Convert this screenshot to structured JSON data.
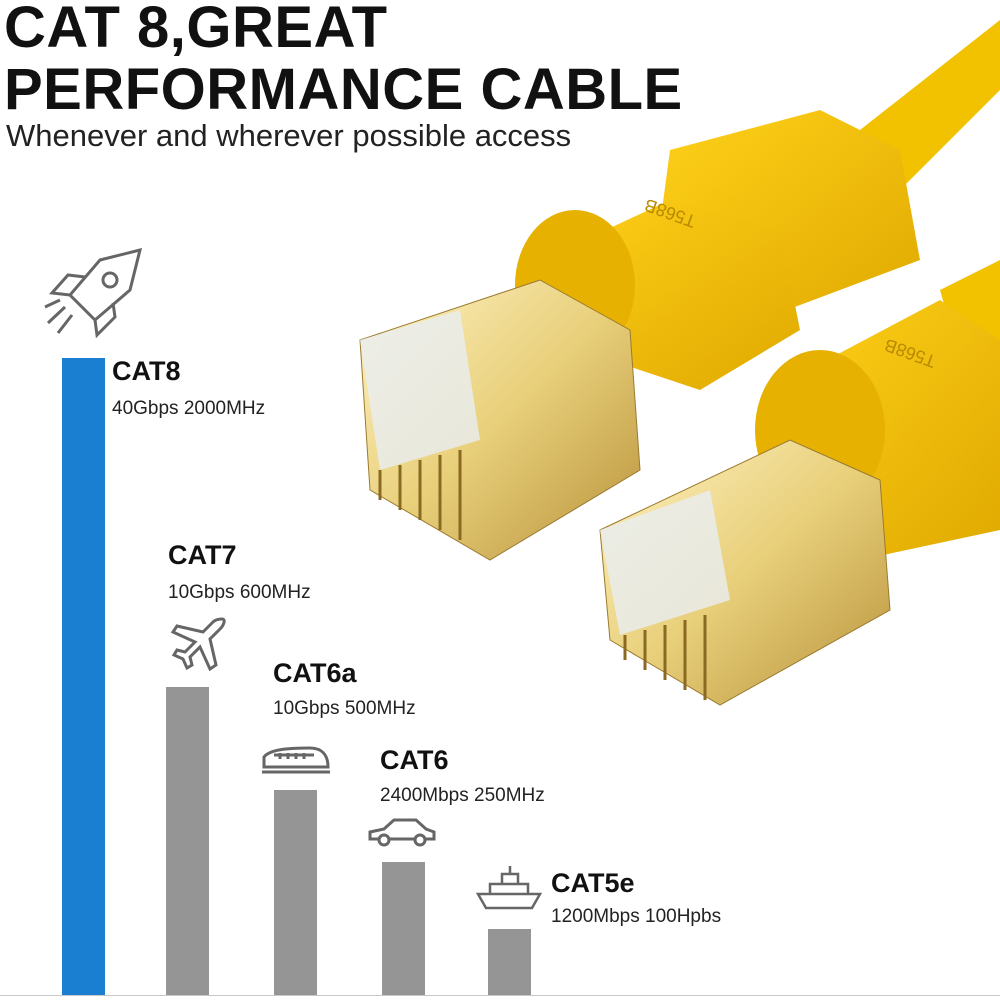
{
  "header": {
    "title_line1": "CAT 8,GREAT",
    "title_line2": "PERFORMANCE CABLE",
    "subtitle": "Whenever and wherever possible access"
  },
  "categories": [
    {
      "name": "CAT8",
      "spec": "40Gbps 2000MHz",
      "icon": "rocket-icon",
      "color": "#1a7fd0",
      "relative_height": 1.0
    },
    {
      "name": "CAT7",
      "spec": "10Gbps 600MHz",
      "icon": "airplane-icon",
      "color": "#959595",
      "relative_height": 0.485
    },
    {
      "name": "CAT6a",
      "spec": "10Gbps 500MHz",
      "icon": "train-icon",
      "color": "#959595",
      "relative_height": 0.32
    },
    {
      "name": "CAT6",
      "spec": "2400Mbps 250MHz",
      "icon": "car-icon",
      "color": "#959595",
      "relative_height": 0.21
    },
    {
      "name": "CAT5e",
      "spec": "1200Mbps 100Hpbs",
      "icon": "ship-icon",
      "color": "#959595",
      "relative_height": 0.1
    }
  ],
  "product": {
    "connector_marking": "T568B",
    "cable_color": "#f2c200"
  }
}
